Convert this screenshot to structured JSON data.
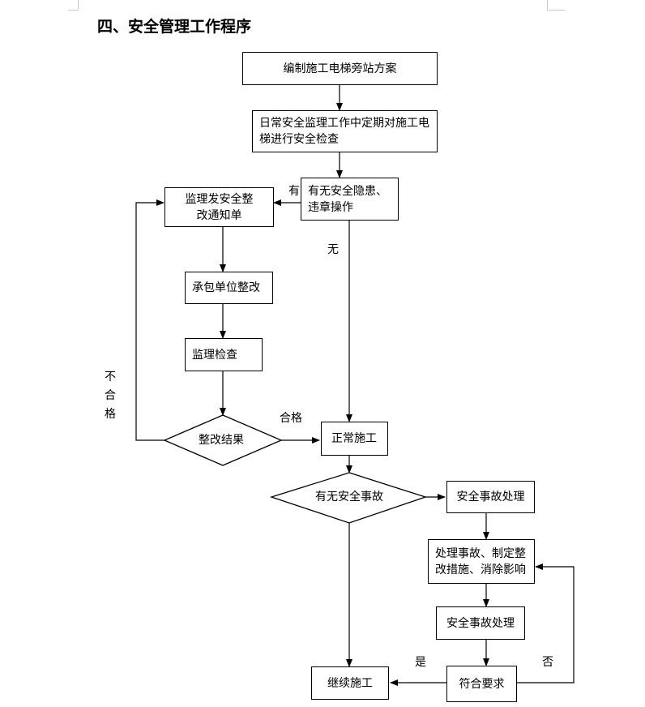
{
  "heading": "四、安全管理工作程序",
  "nodes": {
    "plan": "编制施工电梯旁站方案",
    "daily_check": "日常安全监理工作中定期对施工电梯进行安全检查",
    "hazard_q": "有无安全隐患、违章操作",
    "rectify_notice": "监理发安全整改通知单",
    "contractor_rectify": "承包单位整改",
    "supervision_check": "监理检查",
    "rectify_result": "整改结果",
    "normal_construction": "正常施工",
    "accident_q": "有无安全事故",
    "accident_handle": "安全事故处理",
    "handle_measures": "处理事故、制定整改措施、消除影响",
    "accident_handle2": "安全事故处理",
    "meets_req": "符合要求",
    "continue_construction": "继续施工"
  },
  "edge_labels": {
    "yes_hazard": "有",
    "no_hazard": "无",
    "unqualified": "不合格",
    "qualified": "合格",
    "yes_meets": "是",
    "no_meets": "否"
  }
}
